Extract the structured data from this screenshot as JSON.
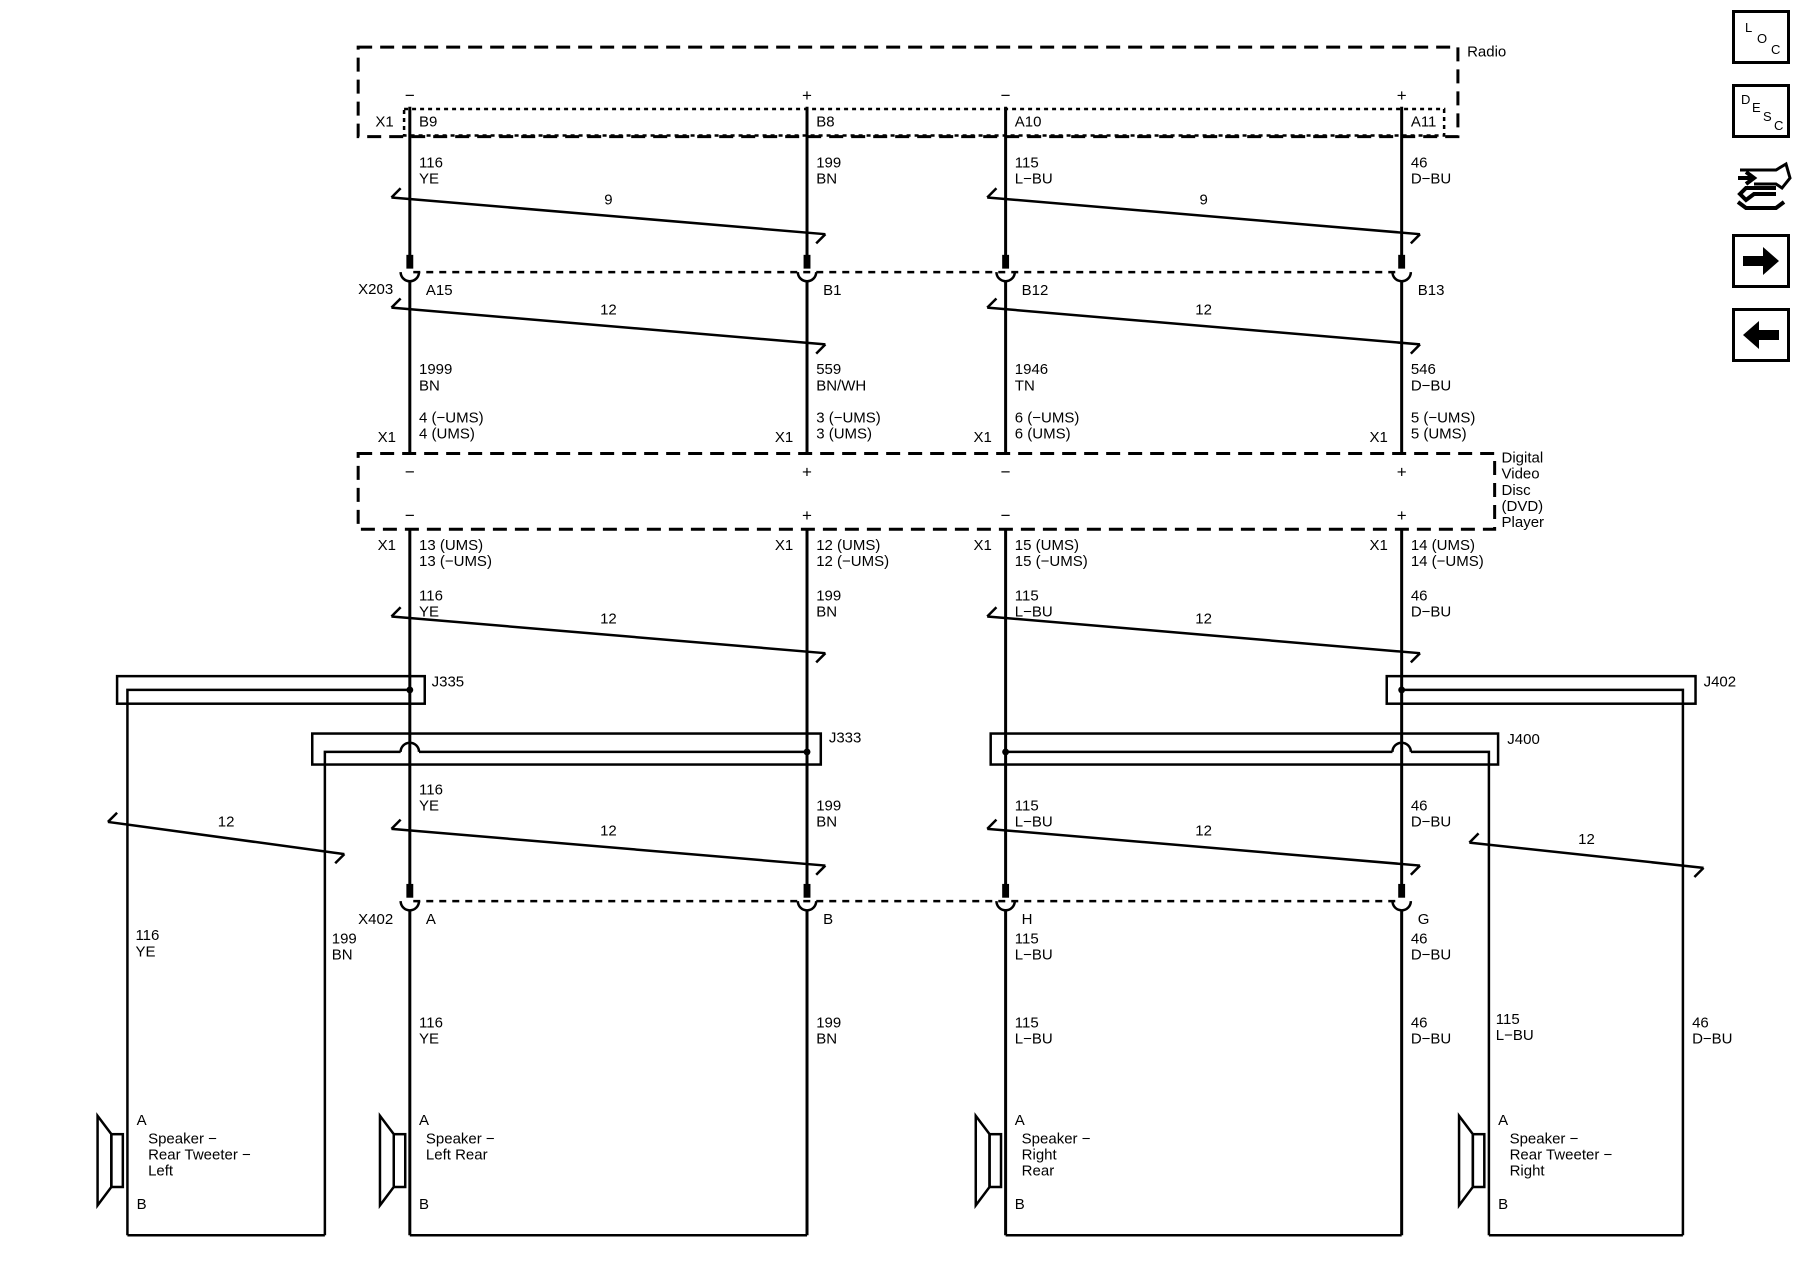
{
  "components": {
    "radio": "Radio",
    "dvd": [
      "Digital",
      "Video",
      "Disc",
      "(DVD)",
      "Player"
    ]
  },
  "connectors": {
    "radio_x1": "X1",
    "x203": "X203",
    "dvd_x1": "X1",
    "x402": "X402"
  },
  "splices": [
    "J335",
    "J333",
    "J400",
    "J402"
  ],
  "columns": [
    {
      "id": "c1",
      "radio_sign": "−",
      "radio_pin": "B9",
      "radio_circuit": [
        "116",
        "YE"
      ],
      "radio_twist": "9",
      "x203_pin": "A15",
      "x203_twist": "12",
      "mid_circuit": [
        "1999",
        "BN"
      ],
      "dvd_in": [
        "4 (−UMS)",
        "4 (UMS)"
      ],
      "dvd_in_x1": "X1",
      "dvd_sign_in": "−",
      "dvd_sign_out": "−",
      "dvd_out": [
        "13 (UMS)",
        "13 (−UMS)"
      ],
      "dvd_out_x1": "X1",
      "out_circuit": [
        "116",
        "YE"
      ],
      "out_twist": "12",
      "post_circuit": [
        "116",
        "YE"
      ],
      "post_twist": "12",
      "x402_pin": "A",
      "speaker_circuit": [
        "116",
        "YE"
      ]
    },
    {
      "id": "c2",
      "radio_sign": "+",
      "radio_pin": "B8",
      "radio_circuit": [
        "199",
        "BN"
      ],
      "x203_pin": "B1",
      "mid_circuit": [
        "559",
        "BN/WH"
      ],
      "dvd_in": [
        "3 (−UMS)",
        "3 (UMS)"
      ],
      "dvd_in_x1": "X1",
      "dvd_sign_in": "+",
      "dvd_sign_out": "+",
      "dvd_out": [
        "12 (UMS)",
        "12 (−UMS)"
      ],
      "dvd_out_x1": "X1",
      "out_circuit": [
        "199",
        "BN"
      ],
      "post_circuit": [
        "199",
        "BN"
      ],
      "x402_pin": "B",
      "speaker_circuit": [
        "199",
        "BN"
      ]
    },
    {
      "id": "c3",
      "radio_sign": "−",
      "radio_pin": "A10",
      "radio_circuit": [
        "115",
        "L−BU"
      ],
      "radio_twist": "9",
      "x203_pin": "B12",
      "x203_twist": "12",
      "mid_circuit": [
        "1946",
        "TN"
      ],
      "dvd_in": [
        "6 (−UMS)",
        "6 (UMS)"
      ],
      "dvd_in_x1": "X1",
      "dvd_sign_in": "−",
      "dvd_sign_out": "−",
      "dvd_out": [
        "15 (UMS)",
        "15 (−UMS)"
      ],
      "dvd_out_x1": "X1",
      "out_circuit": [
        "115",
        "L−BU"
      ],
      "out_twist": "12",
      "post_circuit": [
        "115",
        "L−BU"
      ],
      "post_twist": "12",
      "x402_pin": "H",
      "speaker_circuit": [
        "115",
        "L−BU"
      ]
    },
    {
      "id": "c4",
      "radio_sign": "+",
      "radio_pin": "A11",
      "radio_circuit": [
        "46",
        "D−BU"
      ],
      "x203_pin": "B13",
      "mid_circuit": [
        "546",
        "D−BU"
      ],
      "dvd_in": [
        "5 (−UMS)",
        "5 (UMS)"
      ],
      "dvd_in_x1": "X1",
      "dvd_sign_in": "+",
      "dvd_sign_out": "+",
      "dvd_out": [
        "14 (UMS)",
        "14 (−UMS)"
      ],
      "dvd_out_x1": "X1",
      "out_circuit": [
        "46",
        "D−BU"
      ],
      "post_circuit": [
        "46",
        "D−BU"
      ],
      "x402_pin": "G",
      "speaker_circuit": [
        "46",
        "D−BU"
      ]
    }
  ],
  "tweeter_wires": {
    "left_twist": "12",
    "left_a": [
      "116",
      "YE"
    ],
    "left_b": [
      "199",
      "BN"
    ],
    "right_twist": "12",
    "right_a": [
      "115",
      "L−BU"
    ],
    "right_b": [
      "46",
      "D−BU"
    ]
  },
  "speakers": [
    {
      "id": "rear-tweeter-left",
      "pin_a": "A",
      "pin_b": "B",
      "label": [
        "Speaker −",
        "Rear Tweeter −",
        "Left"
      ]
    },
    {
      "id": "left-rear",
      "pin_a": "A",
      "pin_b": "B",
      "label": [
        "Speaker −",
        "Left Rear"
      ]
    },
    {
      "id": "right-rear",
      "pin_a": "A",
      "pin_b": "B",
      "label": [
        "Speaker −",
        "Right",
        "Rear"
      ]
    },
    {
      "id": "rear-tweeter-right",
      "pin_a": "A",
      "pin_b": "B",
      "label": [
        "Speaker −",
        "Rear Tweeter −",
        "Right"
      ]
    }
  ],
  "sidebar": {
    "loc": [
      "L",
      "O",
      "C"
    ],
    "desc": [
      "D",
      "E",
      "S",
      "C"
    ],
    "buttons": [
      {
        "name": "location-button",
        "icon": "loc-icon"
      },
      {
        "name": "description-button",
        "icon": "desc-icon"
      },
      {
        "name": "troubleshoot-button",
        "icon": "diagnostic-tools-icon"
      },
      {
        "name": "next-page-button",
        "icon": "arrow-right-icon"
      },
      {
        "name": "previous-page-button",
        "icon": "arrow-left-icon"
      }
    ]
  }
}
